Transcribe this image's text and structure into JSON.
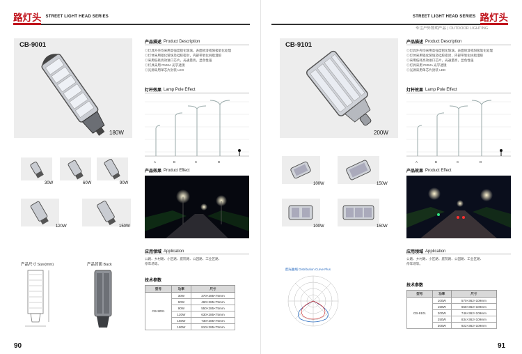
{
  "left": {
    "header": {
      "title": "路灯头",
      "subtitle": "STREET LIGHT HEAD SERIES"
    },
    "page_number": "90",
    "model": "CB-9001",
    "main_watt": "180W",
    "thumbs": [
      "30W",
      "60W",
      "90W",
      "120W",
      "150W"
    ],
    "sections": {
      "desc_cn": "产品描述",
      "desc_en": "Product Description",
      "pole_cn": "灯杆效果",
      "pole_en": "Lamp Pole Effect",
      "effect_cn": "产品效果",
      "effect_en": "Product Effect",
      "app_cn": "应用领域",
      "app_en": "Application"
    },
    "description": [
      "◎灯具外壳均采用高强度铝化玻璃，表面喷漆或阳极氧化处理",
      "◎灯体采用铝化玻璃及硅胶密封，内部带氧化树脂灌胶",
      "◎采用低耗高效进口芯片，光通量高，显色性强",
      "◎灯具采用 PMMA 光学透镜",
      "◎光源采用单芯片封装 LED"
    ],
    "pole_labels": [
      "A",
      "B",
      "C",
      "D"
    ],
    "application": [
      "公路、乡村路、小区路、庭院路、公园路、工业区路、",
      "停车场等。"
    ],
    "size_label": "产品尺寸 Size(mm)",
    "back_label": "产品背面 Back",
    "tech_title": "技术参数",
    "table": {
      "headers": [
        "型号",
        "功率",
        "尺寸"
      ],
      "model": "CB-9001",
      "rows": [
        {
          "power": "30W",
          "size": "370×285×75mm"
        },
        {
          "power": "60W",
          "size": "460×285×75mm"
        },
        {
          "power": "90W",
          "size": "550×285×75mm"
        },
        {
          "power": "120W",
          "size": "630×285×75mm"
        },
        {
          "power": "150W",
          "size": "730×285×75mm"
        },
        {
          "power": "180W",
          "size": "810×285×75mm"
        }
      ]
    }
  },
  "right": {
    "header": {
      "title": "路灯头",
      "subtitle": "STREET LIGHT HEAD SERIES",
      "tagline": "专注户外照明产品 | OUTDOOR LIGHTING"
    },
    "page_number": "91",
    "model": "CB-9101",
    "main_watt": "200W",
    "thumbs": [
      "100W",
      "150W",
      "100W",
      "150W"
    ],
    "sections": {
      "desc_cn": "产品描述",
      "desc_en": "Product Description",
      "pole_cn": "灯杆效果",
      "pole_en": "Lamp Pole Effect",
      "effect_cn": "产品效果",
      "effect_en": "Product Effect",
      "app_cn": "应用领域",
      "app_en": "Application"
    },
    "description": [
      "◎灯具外壳均采用高强度铝化玻璃，表面喷漆或阳极氧化处理",
      "◎灯体采用铝化玻璃及硅胶密封，内部带氧化树脂灌胶",
      "◎采用低耗高效进口芯片，光通量高，显色性强",
      "◎灯具采用 PMMA 光学透镜",
      "◎光源采用单芯片封装 LED"
    ],
    "pole_labels": [
      "A",
      "B",
      "C",
      "D"
    ],
    "application": [
      "公路、乡村路、小区路、庭院路、公园路、工业区路、",
      "停车场等。"
    ],
    "curve_title": "配光曲线 Distribution Curve Plus",
    "tech_title": "技术参数",
    "table": {
      "headers": [
        "型号",
        "功率",
        "尺寸"
      ],
      "model": "CB-9101",
      "rows": [
        {
          "power": "100W",
          "size": "570×362×109mm"
        },
        {
          "power": "150W",
          "size": "658×362×109mm"
        },
        {
          "power": "200W",
          "size": "746×362×109mm"
        },
        {
          "power": "250W",
          "size": "834×362×109mm"
        },
        {
          "power": "300W",
          "size": "922×362×109mm"
        }
      ]
    }
  },
  "colors": {
    "brand_red": "#c0141c",
    "box_gray": "#ededed",
    "night_blue": "#05070f"
  }
}
